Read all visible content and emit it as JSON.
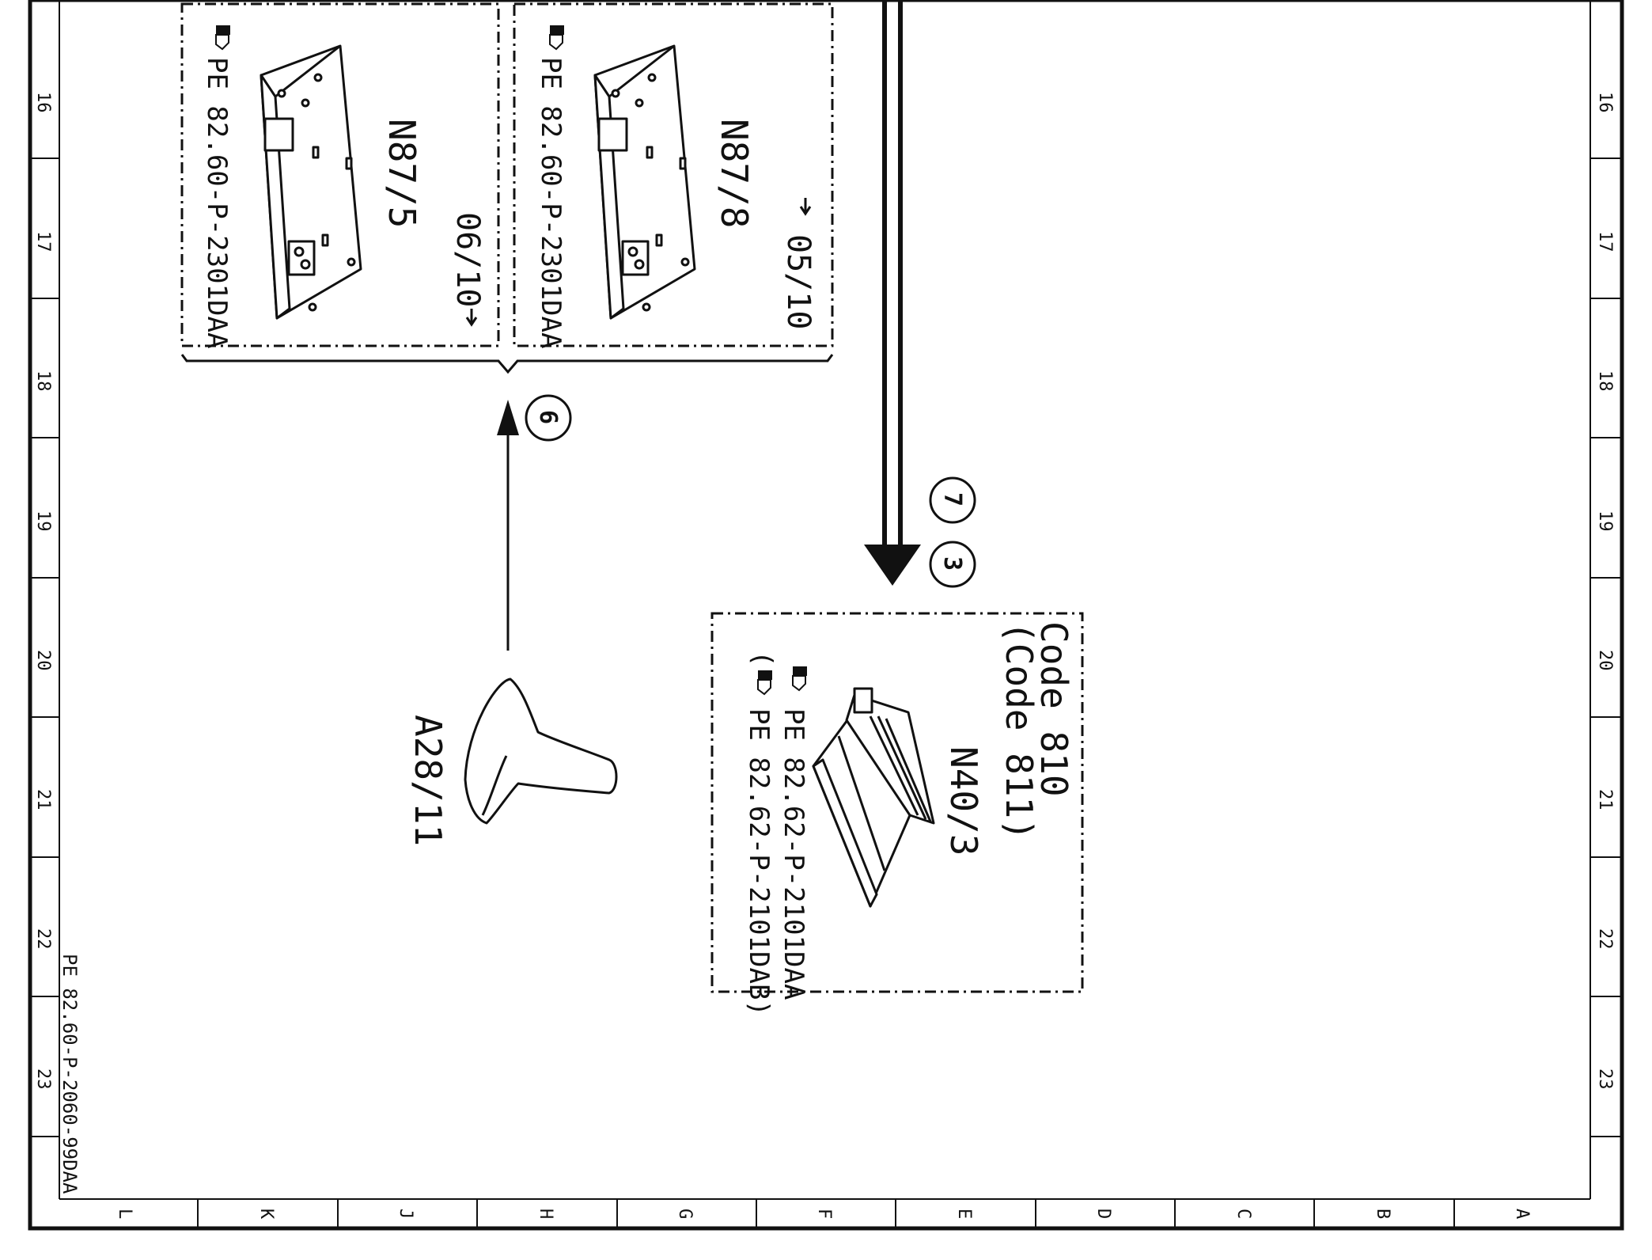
{
  "sheet": {
    "doc_number": "PE 82.60-P-2060-99DAA",
    "column_labels": [
      "L",
      "K",
      "J",
      "H",
      "G",
      "F",
      "E",
      "D",
      "C",
      "B",
      "A"
    ],
    "row_labels": [
      "16",
      "17",
      "18",
      "19",
      "20",
      "21",
      "22",
      "23"
    ]
  },
  "components": {
    "n87_5": {
      "name": "N87/5",
      "ref": "PE 82.60-P-2301DAA",
      "cross_ref": "06/10"
    },
    "n87_8": {
      "name": "N87/8",
      "ref": "PE 82.60-P-2301DAA",
      "cross_ref": "05/10"
    },
    "n40_3": {
      "name": "N40/3",
      "code_line1": "Code 810",
      "code_line2": "(Code 811)",
      "ref1": "PE 82.62-P-2101DAA",
      "ref2": "(",
      "ref2_text": "PE 82.62-P-2101DAB)"
    },
    "a28_11": {
      "name": "A28/11"
    }
  },
  "callouts": {
    "six": "6",
    "seven": "7",
    "three": "3"
  },
  "colors": {
    "ink": "#111111",
    "paper": "#ffffff"
  }
}
